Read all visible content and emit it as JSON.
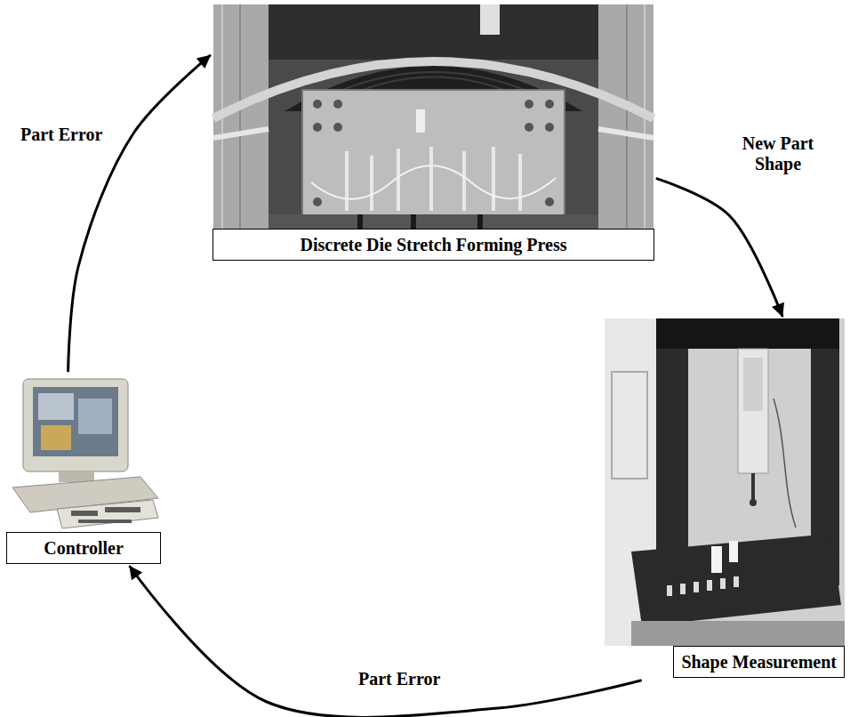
{
  "diagram": {
    "nodes": [
      {
        "text": [
          "Discrete Die Stretch Forming Press"
        ]
      },
      {
        "text": [
          "Shape Measurement"
        ]
      },
      {
        "text": [
          "Controller"
        ]
      }
    ],
    "edges": [
      {
        "from": 0,
        "to": 1,
        "arrow": "to",
        "label": "New Part Shape"
      },
      {
        "from": 1,
        "to": 2,
        "arrow": "to",
        "label": "Part Error"
      },
      {
        "from": 2,
        "to": 0,
        "arrow": "to",
        "label": "Part Error"
      }
    ]
  }
}
